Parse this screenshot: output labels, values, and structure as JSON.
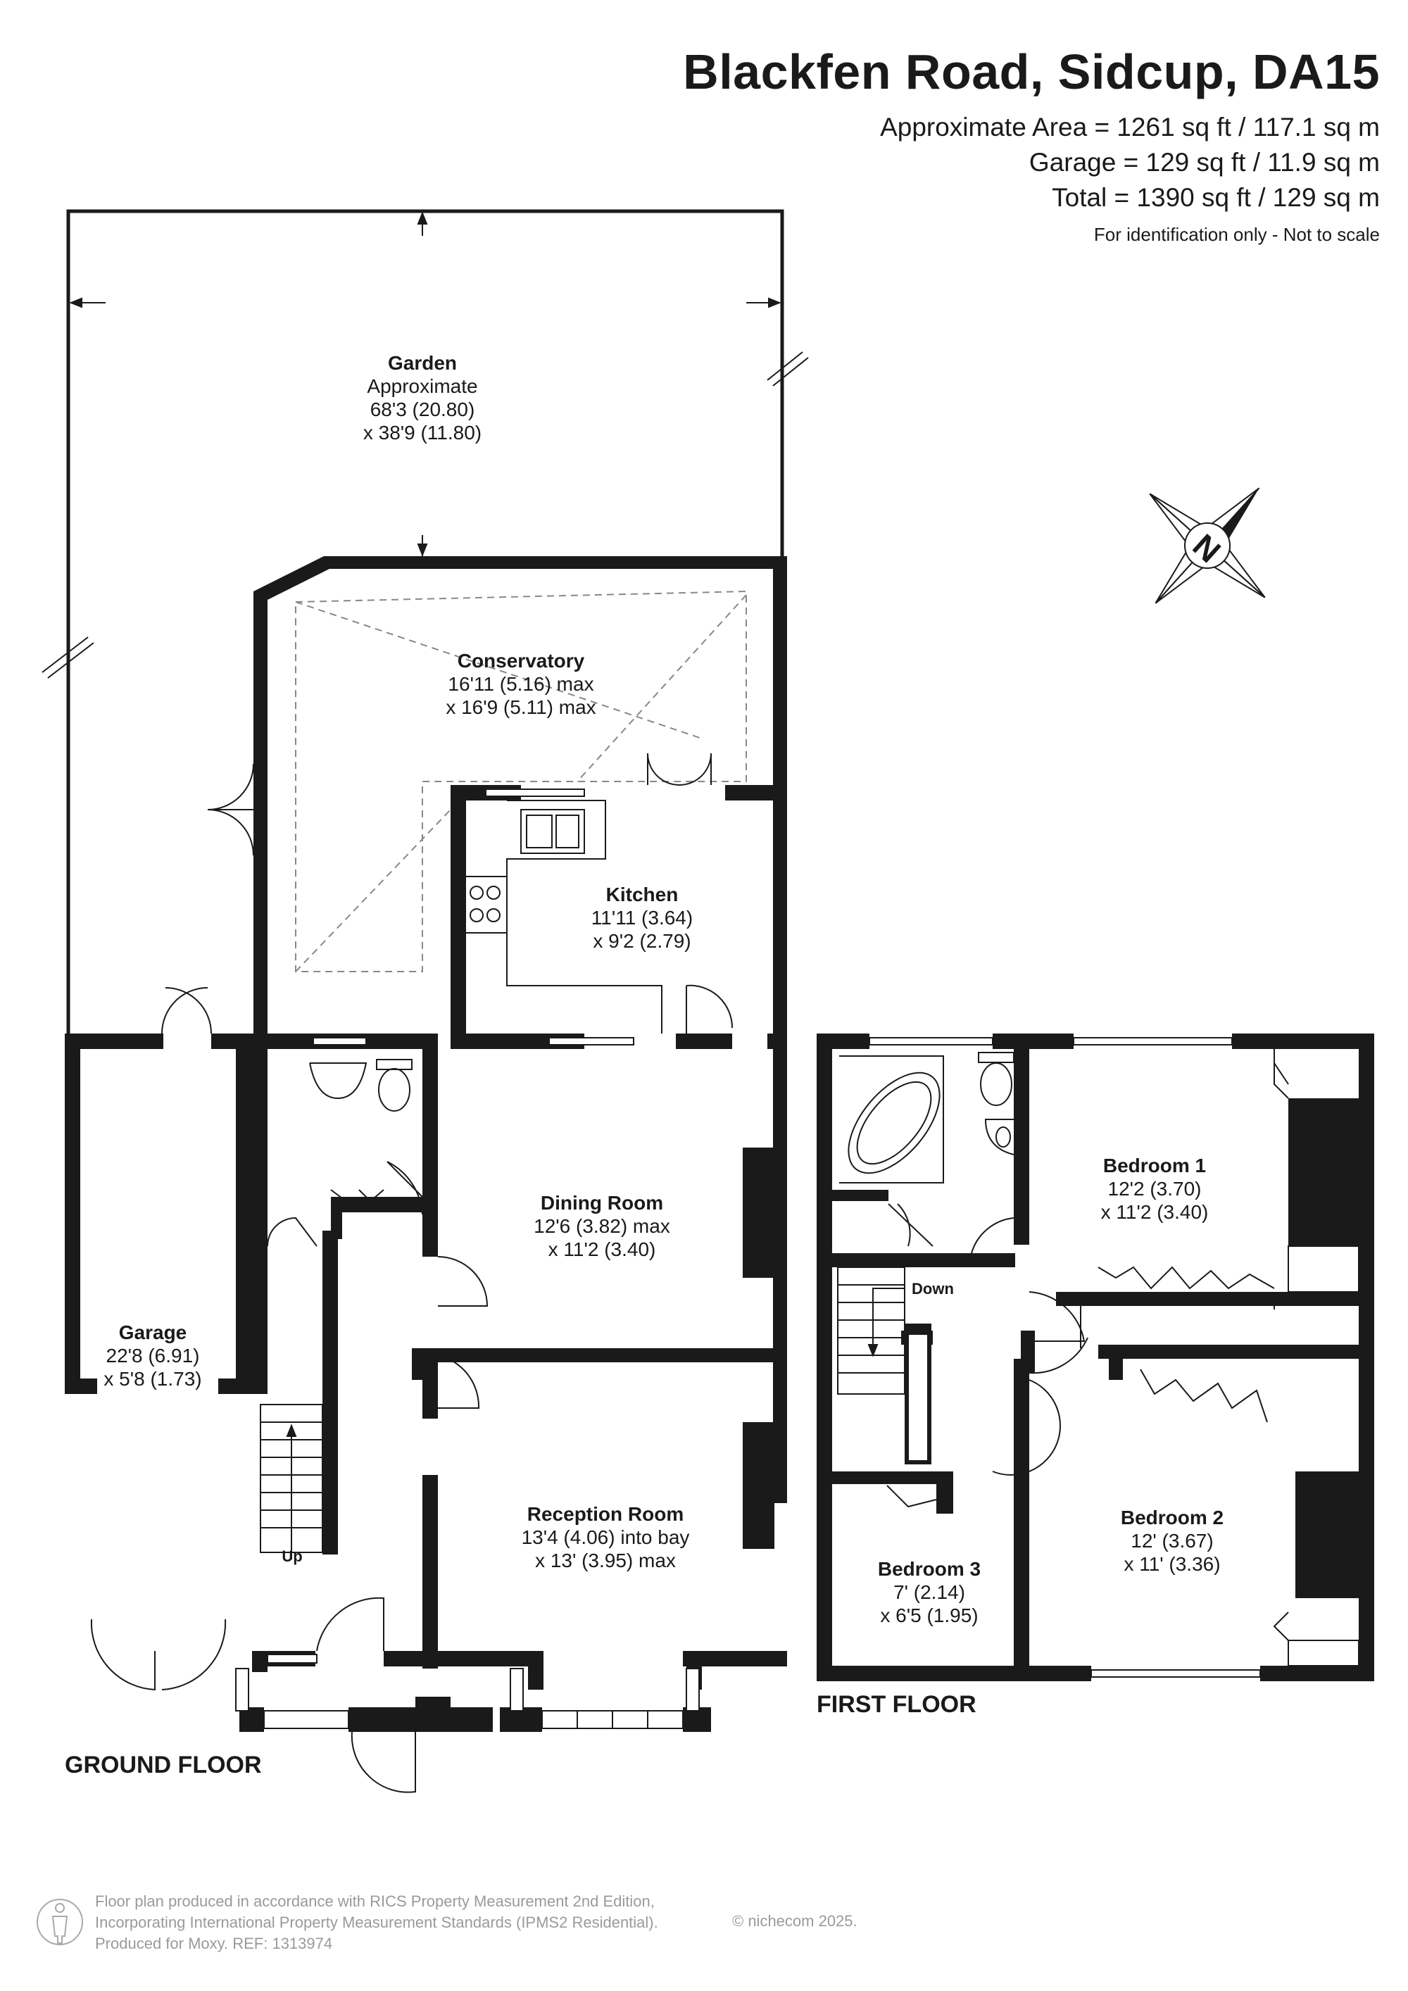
{
  "header": {
    "title": "Blackfen Road, Sidcup, DA15",
    "area_main": "Approximate Area = 1261 sq ft / 117.1 sq m",
    "area_garage": "Garage = 129 sq ft / 11.9 sq m",
    "area_total": "Total = 1390 sq ft / 129 sq m",
    "scale_note": "For identification only - Not to scale"
  },
  "floors": {
    "ground": "GROUND FLOOR",
    "first": "FIRST FLOOR"
  },
  "rooms": {
    "garden": {
      "name": "Garden",
      "line1": "Approximate",
      "line2": "68'3 (20.80)",
      "line3": "x 38'9 (11.80)"
    },
    "conservatory": {
      "name": "Conservatory",
      "line1": "16'11 (5.16) max",
      "line2": "x 16'9 (5.11) max"
    },
    "kitchen": {
      "name": "Kitchen",
      "line1": "11'11 (3.64)",
      "line2": "x 9'2 (2.79)"
    },
    "dining": {
      "name": "Dining Room",
      "line1": "12'6 (3.82) max",
      "line2": "x 11'2 (3.40)"
    },
    "reception": {
      "name": "Reception Room",
      "line1": "13'4 (4.06) into bay",
      "line2": "x 13' (3.95) max"
    },
    "garage": {
      "name": "Garage",
      "line1": "22'8 (6.91)",
      "line2": "x 5'8 (1.73)"
    },
    "bedroom1": {
      "name": "Bedroom 1",
      "line1": "12'2 (3.70)",
      "line2": "x 11'2 (3.40)"
    },
    "bedroom2": {
      "name": "Bedroom 2",
      "line1": "12' (3.67)",
      "line2": "x 11' (3.36)"
    },
    "bedroom3": {
      "name": "Bedroom 3",
      "line1": "7' (2.14)",
      "line2": "x 6'5 (1.95)"
    }
  },
  "labels": {
    "up": "Up",
    "down": "Down",
    "compass": "N"
  },
  "footer": {
    "line1": "Floor plan produced in accordance with RICS Property Measurement 2nd Edition,",
    "line2": "Incorporating International Property Measurement Standards (IPMS2 Residential).",
    "copyright": "© nichecom 2025.",
    "line3": "Produced for Moxy.   REF:  1313974"
  }
}
